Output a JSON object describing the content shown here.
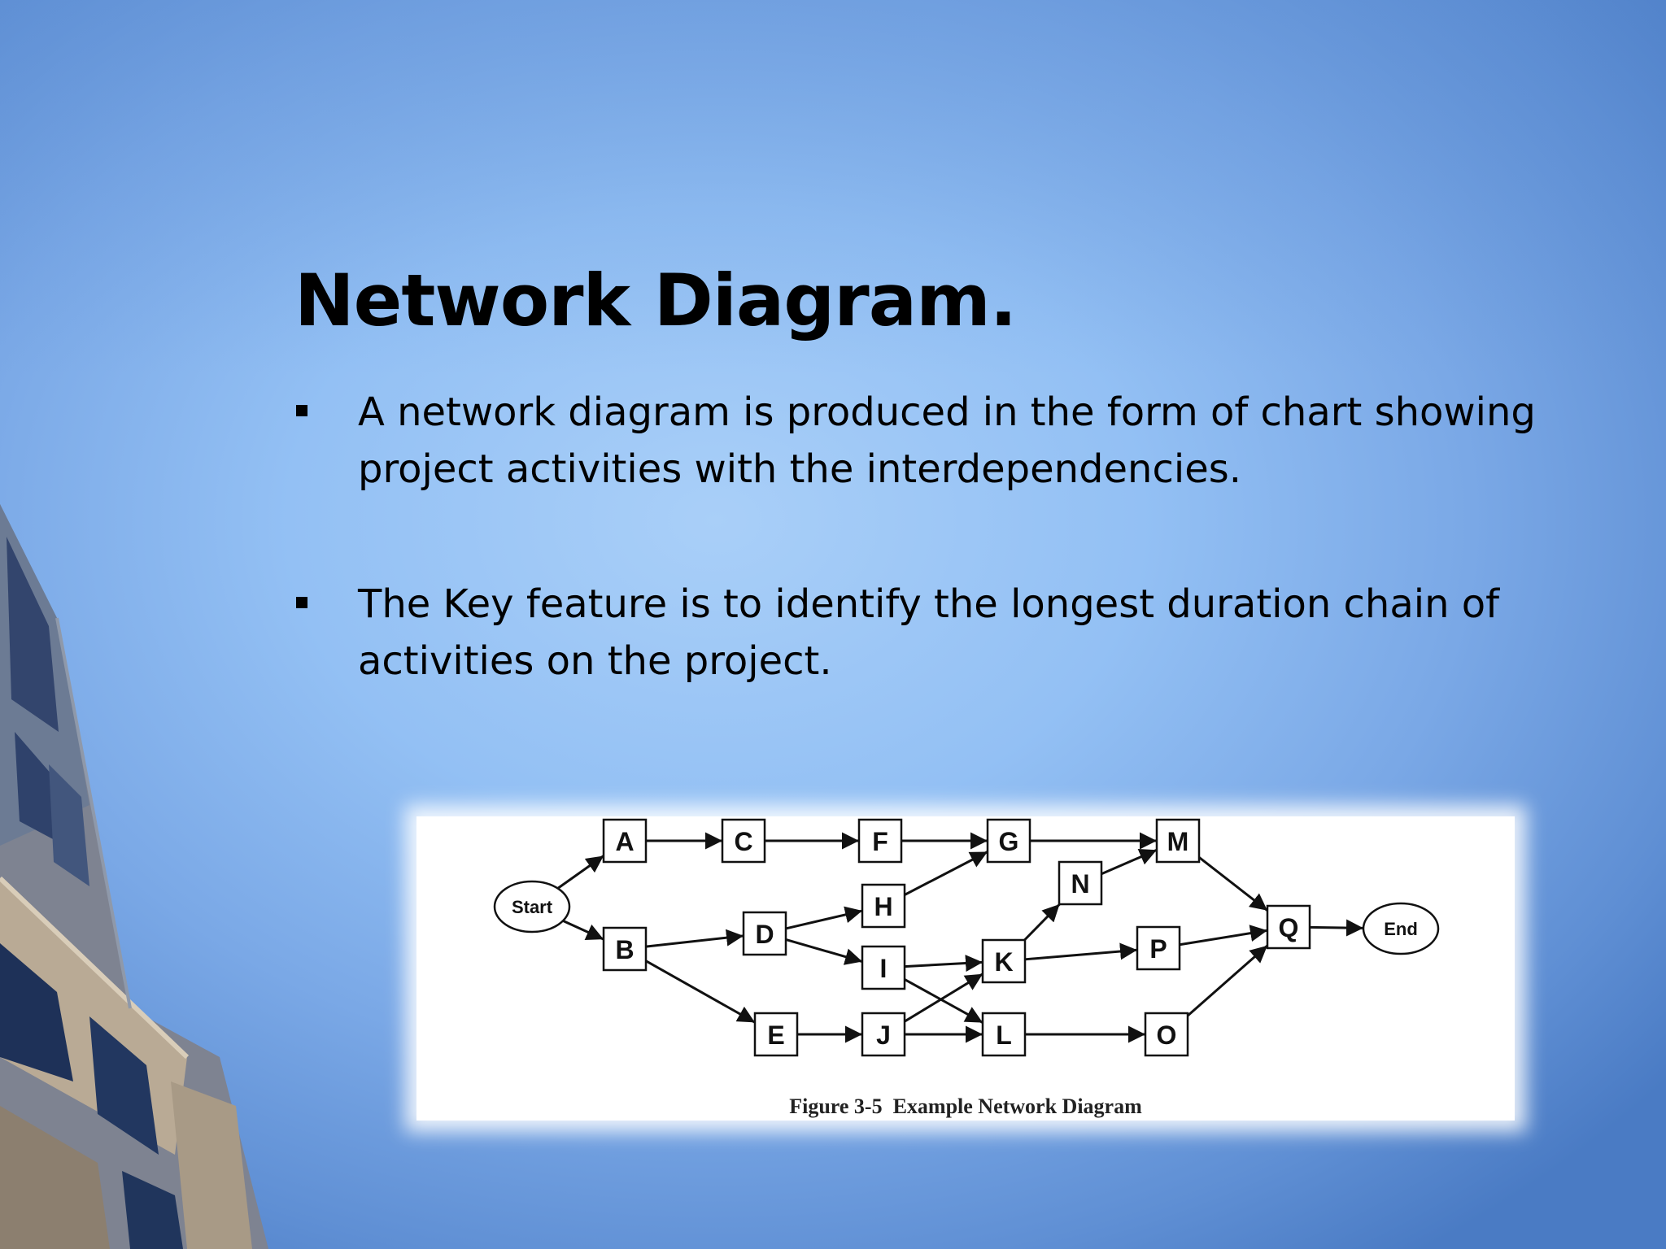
{
  "slide": {
    "title": "Network Diagram.",
    "bullets": [
      "A network diagram is produced in the form of chart showing project activities with the interdependencies.",
      "The Key feature is to identify the longest duration chain of activities on the project."
    ]
  },
  "figure": {
    "caption": "Figure 3-5  Example Network Diagram",
    "nodes": [
      {
        "id": "Start",
        "label": "Start",
        "shape": "ellipse"
      },
      {
        "id": "A",
        "label": "A",
        "shape": "box"
      },
      {
        "id": "B",
        "label": "B",
        "shape": "box"
      },
      {
        "id": "C",
        "label": "C",
        "shape": "box"
      },
      {
        "id": "D",
        "label": "D",
        "shape": "box"
      },
      {
        "id": "E",
        "label": "E",
        "shape": "box"
      },
      {
        "id": "F",
        "label": "F",
        "shape": "box"
      },
      {
        "id": "H",
        "label": "H",
        "shape": "box"
      },
      {
        "id": "I",
        "label": "I",
        "shape": "box"
      },
      {
        "id": "J",
        "label": "J",
        "shape": "box"
      },
      {
        "id": "G",
        "label": "G",
        "shape": "box"
      },
      {
        "id": "K",
        "label": "K",
        "shape": "box"
      },
      {
        "id": "L",
        "label": "L",
        "shape": "box"
      },
      {
        "id": "N",
        "label": "N",
        "shape": "box"
      },
      {
        "id": "M",
        "label": "M",
        "shape": "box"
      },
      {
        "id": "P",
        "label": "P",
        "shape": "box"
      },
      {
        "id": "O",
        "label": "O",
        "shape": "box"
      },
      {
        "id": "Q",
        "label": "Q",
        "shape": "box"
      },
      {
        "id": "End",
        "label": "End",
        "shape": "ellipse"
      }
    ],
    "edges": [
      [
        "Start",
        "A"
      ],
      [
        "Start",
        "B"
      ],
      [
        "A",
        "C"
      ],
      [
        "C",
        "F"
      ],
      [
        "F",
        "G"
      ],
      [
        "G",
        "M"
      ],
      [
        "B",
        "D"
      ],
      [
        "B",
        "E"
      ],
      [
        "D",
        "H"
      ],
      [
        "D",
        "I"
      ],
      [
        "H",
        "G"
      ],
      [
        "I",
        "K"
      ],
      [
        "I",
        "L"
      ],
      [
        "E",
        "J"
      ],
      [
        "J",
        "K"
      ],
      [
        "J",
        "L"
      ],
      [
        "K",
        "N"
      ],
      [
        "K",
        "P"
      ],
      [
        "N",
        "M"
      ],
      [
        "L",
        "O"
      ],
      [
        "M",
        "Q"
      ],
      [
        "P",
        "Q"
      ],
      [
        "O",
        "Q"
      ],
      [
        "Q",
        "End"
      ]
    ]
  },
  "colors": {
    "node_stroke": "#111111",
    "edge": "#111111",
    "panel": "#ffffff",
    "title_text": "#000000"
  }
}
